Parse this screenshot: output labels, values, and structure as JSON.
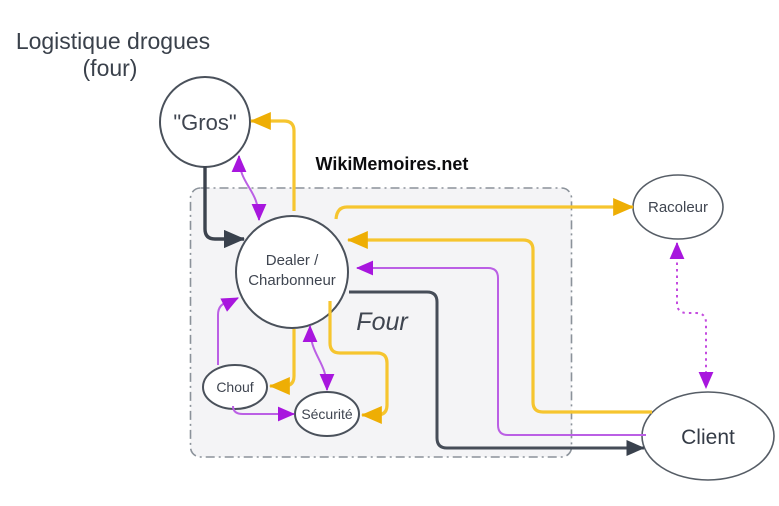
{
  "title": {
    "line1": "Logistique drogues",
    "line2": "(four)"
  },
  "watermark": "WikiMemoires.net",
  "colors": {
    "yellow_line": "#f6c52f",
    "yellow_arrow": "#eeae04",
    "purple_line": "#bb5fe5",
    "purple_dashed_line": "#c44bdf",
    "purple_arrow": "#a816de",
    "dark_line": "#3c434e",
    "box_fill": "#f4f4f6",
    "box_border": "#8b929a",
    "node_border": "#4a515b",
    "label_text": "#3f4550"
  },
  "diagram": {
    "container_label": "Four",
    "nodes": {
      "gros": {
        "label": "\"Gros\""
      },
      "dealer": {
        "label_line1": "Dealer /",
        "label_line2": "Charbonneur"
      },
      "chouf": {
        "label": "Chouf"
      },
      "securite": {
        "label": "Sécurité"
      },
      "racoleur": {
        "label": "Racoleur"
      },
      "client": {
        "label": "Client"
      }
    },
    "edges": [
      {
        "from": "gros",
        "to": "dealer",
        "color": "dark",
        "style": "solid",
        "bidirectional": false
      },
      {
        "from": "dealer",
        "to": "gros",
        "color": "yellow",
        "style": "solid",
        "bidirectional": false
      },
      {
        "from": "gros",
        "to": "dealer",
        "color": "purple",
        "style": "solid",
        "bidirectional": true
      },
      {
        "from": "dealer",
        "to": "racoleur",
        "color": "yellow",
        "style": "solid",
        "bidirectional": false
      },
      {
        "from": "client",
        "to": "dealer",
        "color": "yellow",
        "style": "solid",
        "bidirectional": false
      },
      {
        "from": "client",
        "to": "dealer",
        "color": "purple",
        "style": "solid",
        "bidirectional": false
      },
      {
        "from": "dealer",
        "to": "client",
        "color": "dark",
        "style": "solid",
        "bidirectional": false
      },
      {
        "from": "dealer",
        "to": "chouf",
        "color": "yellow",
        "style": "solid",
        "bidirectional": false
      },
      {
        "from": "dealer",
        "to": "securite",
        "color": "yellow",
        "style": "solid",
        "bidirectional": false
      },
      {
        "from": "dealer",
        "to": "securite",
        "color": "purple",
        "style": "solid",
        "bidirectional": true
      },
      {
        "from": "chouf",
        "to": "dealer",
        "color": "purple",
        "style": "solid",
        "bidirectional": false
      },
      {
        "from": "chouf",
        "to": "securite",
        "color": "purple",
        "style": "solid",
        "bidirectional": false
      },
      {
        "from": "racoleur",
        "to": "client",
        "color": "purple",
        "style": "dashed",
        "bidirectional": true
      }
    ]
  }
}
